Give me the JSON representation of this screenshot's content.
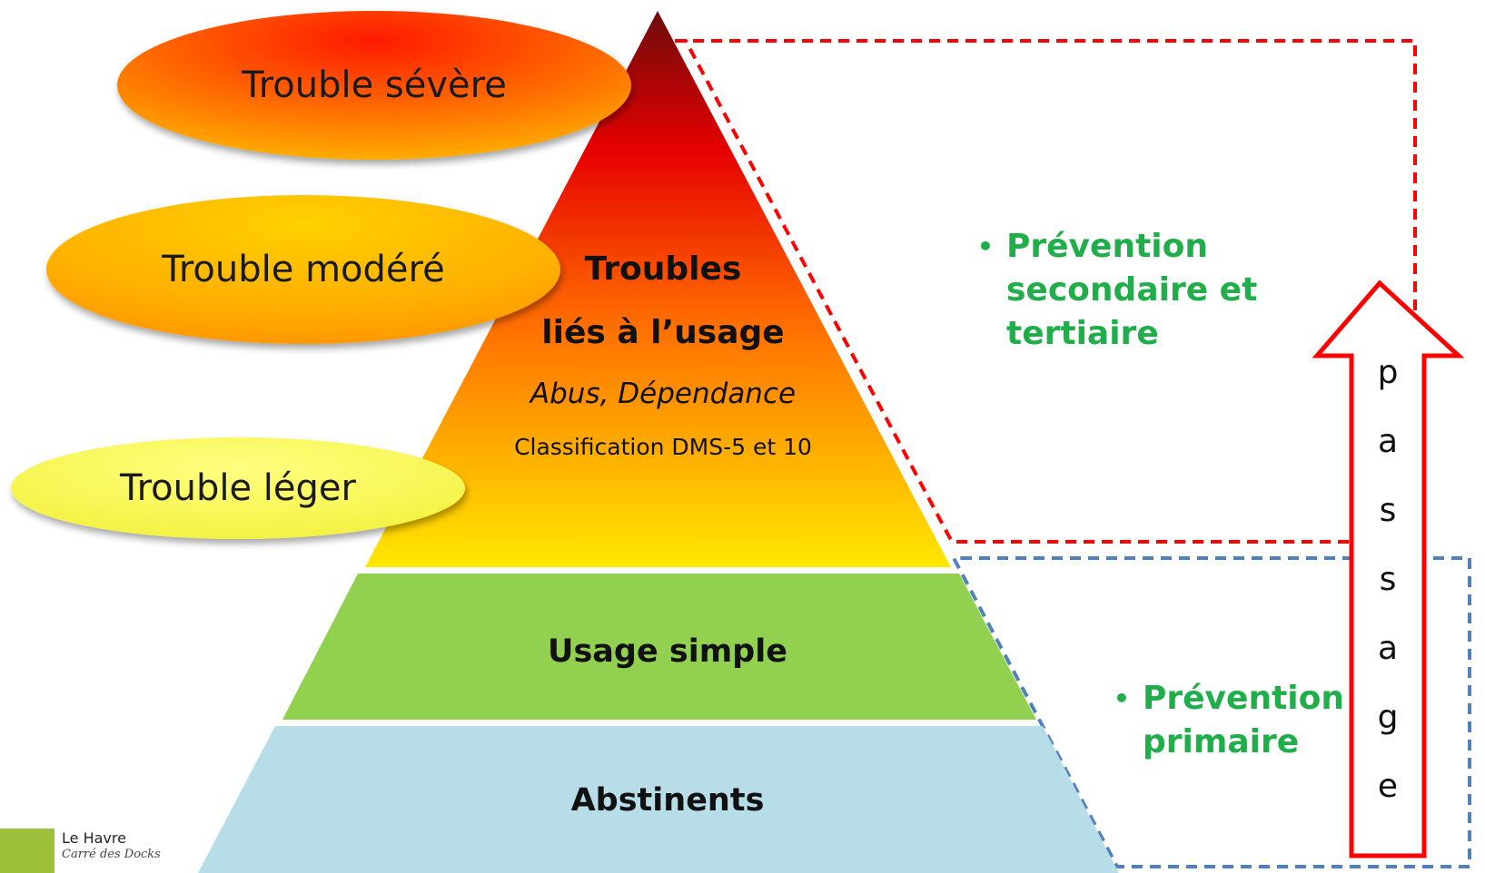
{
  "ellipses": {
    "severe": "Trouble sévère",
    "moderate": "Trouble modéré",
    "light": "Trouble léger"
  },
  "pyramid": {
    "top_line1": "Troubles",
    "top_line2": "liés à l’usage",
    "top_line3": "Abus, Dépendance",
    "top_line4": "Classification DMS-5  et 10",
    "middle": "Usage simple",
    "bottom": "Abstinents"
  },
  "prevention": {
    "bullet": "•",
    "secondary": [
      "Prévention",
      "secondaire et",
      "tertiaire"
    ],
    "primary": [
      "Prévention",
      "primaire"
    ]
  },
  "arrow_letters": [
    "p",
    "a",
    "s",
    "s",
    "a",
    "g",
    "e"
  ],
  "logo": {
    "line1": "Le Havre",
    "line2": "Carré des Docks"
  },
  "colors": {
    "top_gradient_start": "#7a0d0d",
    "top_gradient_mid": "#ff2a00",
    "top_gradient_end": "#ffe800",
    "middle_band": "#92d050",
    "bottom_band": "#b7dde8",
    "prevention_text": "#1fae4a",
    "red_dashed": "#ff0000",
    "blue_dashed": "#4f81bd",
    "arrow": "#ff0000"
  }
}
